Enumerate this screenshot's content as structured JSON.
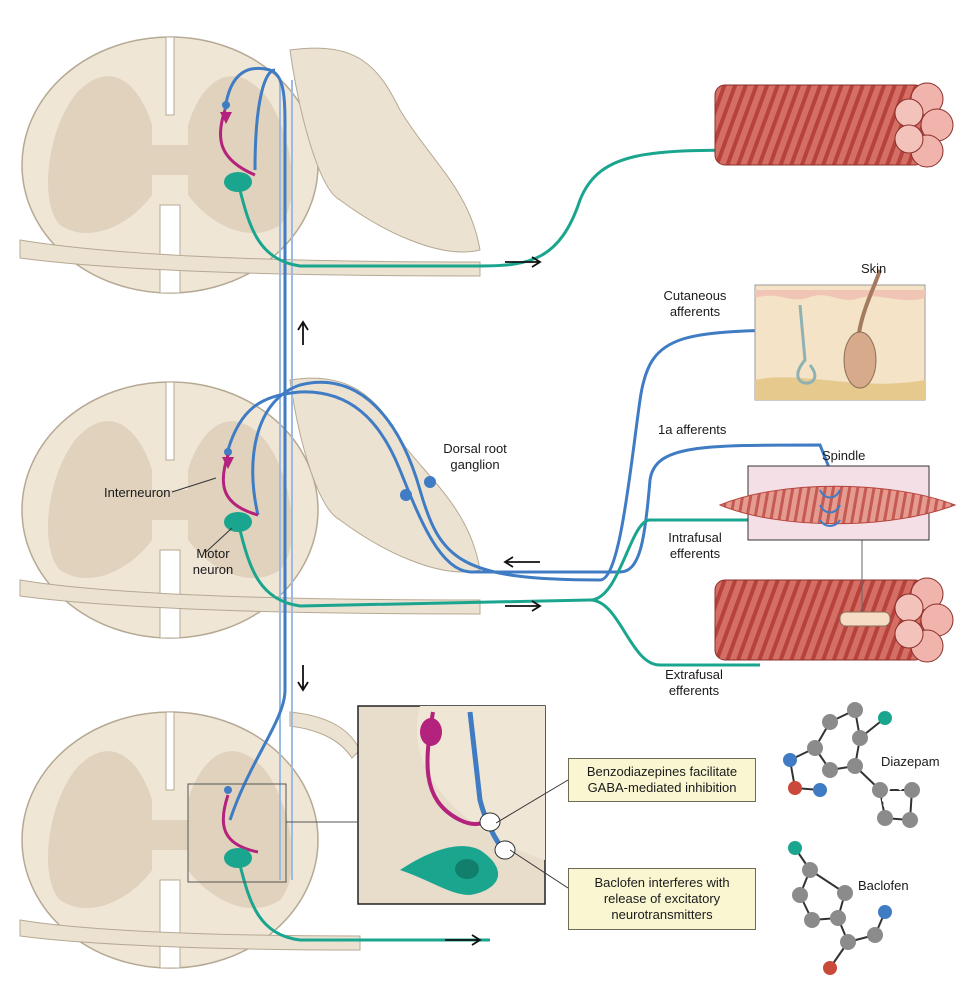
{
  "labels": {
    "skin": "Skin",
    "cutaneous_afferents": [
      "Cutaneous",
      "afferents"
    ],
    "ia_afferents": "1a afferents",
    "spindle": "Spindle",
    "dorsal_root_ganglion": [
      "Dorsal root",
      "ganglion"
    ],
    "interneuron": "Interneuron",
    "motor_neuron": [
      "Motor",
      "neuron"
    ],
    "intrafusal_efferents": [
      "Intrafusal",
      "efferents"
    ],
    "extrafusal_efferents": [
      "Extrafusal",
      "efferents"
    ],
    "diazepam": "Diazepam",
    "baclofen": "Baclofen"
  },
  "callouts": {
    "benzodiazepines": [
      "Benzodiazepines facilitate",
      "GABA-mediated inhibition"
    ],
    "baclofen": [
      "Baclofen interferes with",
      "release of excitatory",
      "neurotransmitters"
    ]
  },
  "colors": {
    "sensory_afferent": "#3f7cc4",
    "motor_efferent": "#1aa58f",
    "interneuron": "#b3227c",
    "gray_matter": "#e8dccb",
    "white_matter": "#efe6d6",
    "muscle": "#c9574e",
    "callout_fill": "#fbf6d2"
  }
}
